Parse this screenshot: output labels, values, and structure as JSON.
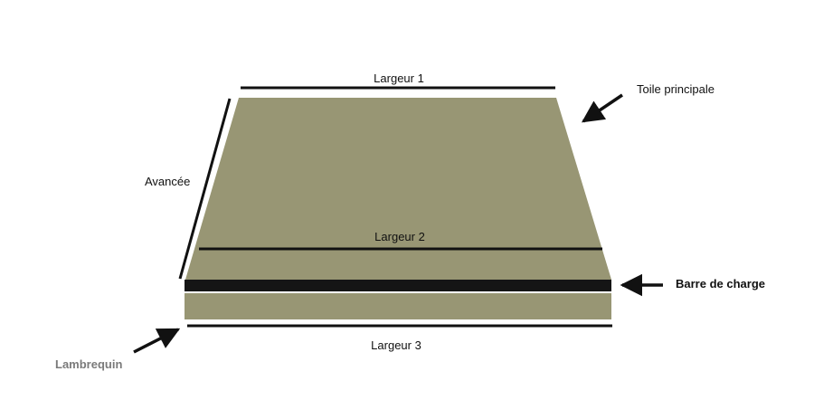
{
  "labels": {
    "largeur1": "Largeur 1",
    "largeur2": "Largeur 2",
    "largeur3": "Largeur 3",
    "avancee": "Avancée",
    "toile": "Toile principale",
    "barre": "Barre de charge",
    "lambrequin": "Lambrequin"
  },
  "colors": {
    "fabric": "#989674",
    "bar": "#151515",
    "line": "#111111",
    "lambrequin_label": "#7a7a7a"
  },
  "icons": {
    "pointer": "arrow-icon"
  }
}
